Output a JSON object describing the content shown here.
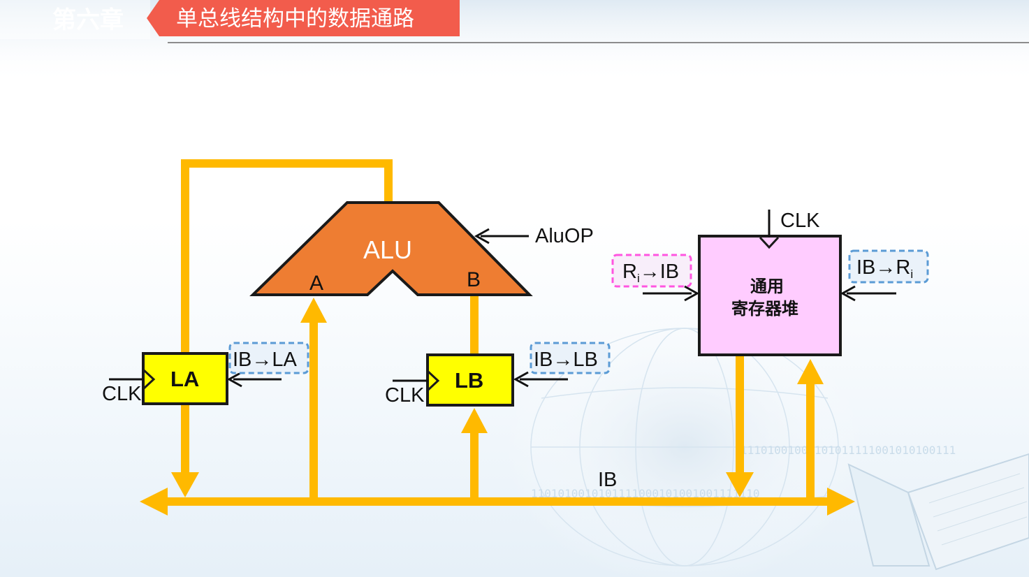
{
  "header": {
    "chapter": "第六章",
    "title": "单总线结构中的数据通路"
  },
  "diagram": {
    "alu": {
      "label": "ALU",
      "port_a": "A",
      "port_b": "B",
      "control": "AluOP"
    },
    "la": {
      "label": "LA",
      "clk": "CLK",
      "control": "IB→LA"
    },
    "lb": {
      "label": "LB",
      "clk": "CLK",
      "control": "IB→LB"
    },
    "regfile": {
      "line1": "通用",
      "line2": "寄存器堆",
      "clk": "CLK",
      "out_control_main": "R",
      "out_control_sub": "i",
      "out_control_tail": "→IB",
      "in_control_head": "IB→R",
      "in_control_sub": "i"
    },
    "bus": {
      "label": "IB"
    }
  },
  "decor": {
    "binary_rows": [
      "1101010010101111000101001001111110",
      "11101001000101011111001010100111"
    ]
  },
  "colors": {
    "bus": "#FFB900",
    "alu": "#EE7D32",
    "register": "#FFFF00",
    "regfile": "#FFCCFF",
    "header_tag": "#F25C4C",
    "blue_dash": "#5B9BD5",
    "pink_dash": "#FF55E0"
  }
}
